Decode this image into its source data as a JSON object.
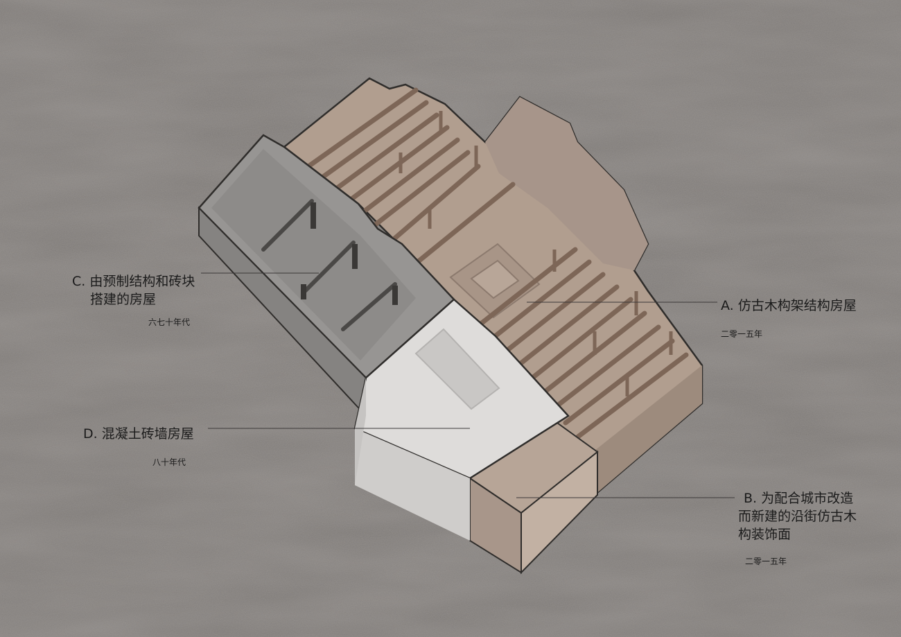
{
  "labels": {
    "a": {
      "title": "A. 仿古木构架结构房屋",
      "era": "二零一五年"
    },
    "b": {
      "title_lines": [
        "B. 为配合城市改造",
        "而新建的沿街仿古木",
        "构装饰面"
      ],
      "era": "二零一五年"
    },
    "c": {
      "title_lines": [
        "C. 由预制结构和砖块",
        "搭建的房屋"
      ],
      "era": "六七十年代"
    },
    "d": {
      "title": "D. 混凝土砖墙房屋",
      "era": "八十年代"
    }
  },
  "colors": {
    "background": "#7b7774",
    "timber_house": "#b19e8f",
    "timber_house_shade": "#9d8b7d",
    "beams": "#7d6657",
    "prefab_house": "#979593",
    "prefab_house_dark": "#858381",
    "concrete_house": "#dedcda",
    "concrete_house_shade": "#cfcdcb",
    "outline": "#2f2d2b",
    "text": "#1b1b1b"
  }
}
